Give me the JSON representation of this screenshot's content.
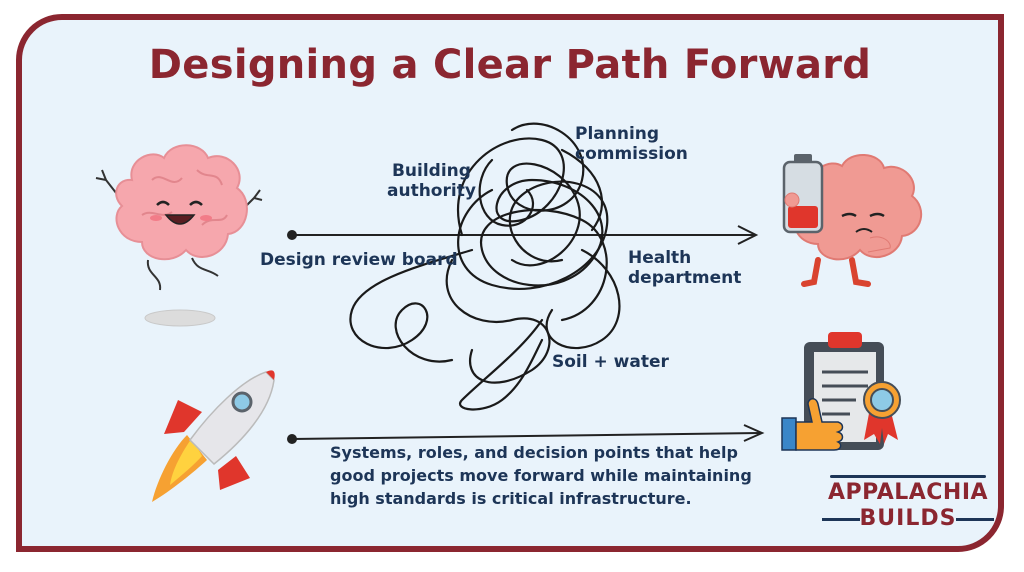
{
  "title": "Designing a Clear Path Forward",
  "labels": {
    "planning": "Planning\ncommission",
    "building": "Building\nauthority",
    "design_review": "Design review board",
    "health": "Health\ndepartment",
    "soil": "Soil + water"
  },
  "description": "Systems, roles, and decision points that help good projects move forward while maintaining high standards is critical infrastructure.",
  "logo": {
    "line1": "APPALACHIA",
    "line2": "BUILDS"
  },
  "colors": {
    "brand": "#8b2630",
    "text": "#1d3557",
    "background": "#e9f3fb"
  },
  "icons": [
    "happy-brain-icon",
    "tired-brain-icon",
    "rocket-icon",
    "approved-document-icon",
    "thumbs-up-icon",
    "award-badge-icon",
    "arrow-icon",
    "tangled-path-icon"
  ]
}
